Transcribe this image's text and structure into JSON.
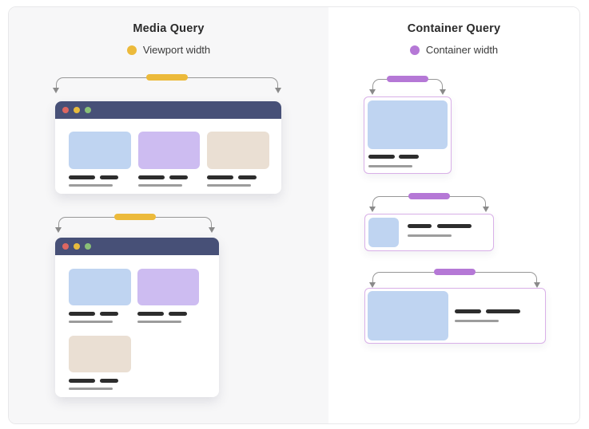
{
  "left_panel": {
    "title": "Media Query",
    "legend_label": "Viewport width"
  },
  "right_panel": {
    "title": "Container Query",
    "legend_label": "Container width"
  },
  "colors": {
    "accent_yellow": "#ecba3b",
    "accent_purple": "#b578d6",
    "titlebar": "#475077",
    "dot_red": "#dd6761",
    "dot_yellow": "#e7bb3d",
    "dot_green": "#8ac077",
    "card_blue": "#bfd4f1",
    "card_purple": "#cdbcf1",
    "card_tan": "#eadfd3",
    "container_border": "#d9b0e8",
    "bracket_line": "#979797",
    "dash_dark": "#2d2d2d",
    "dash_gray": "#9c9c9c",
    "left_panel_bg": "#f7f7f8",
    "right_panel_bg": "#ffffff",
    "panel_border": "#e8e8ea"
  }
}
